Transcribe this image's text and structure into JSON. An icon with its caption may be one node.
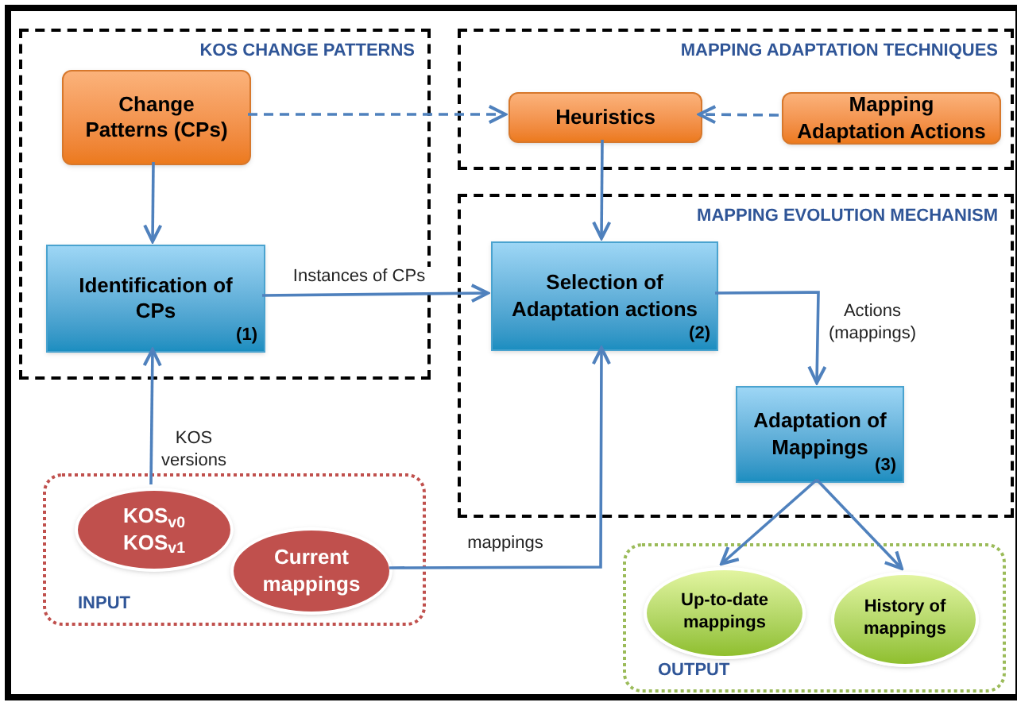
{
  "diagram": {
    "nodes": [
      {
        "text": [
          "KOS CHANGE PATTERNS"
        ]
      },
      {
        "text": [
          "Change Patterns (CPs)"
        ],
        "in": 0
      },
      {
        "text": [
          "Identification of CPs",
          "(1)"
        ],
        "in": 0
      },
      {
        "text": [
          "MAPPING ADAPTATION TECHNIQUES"
        ]
      },
      {
        "text": [
          "Heuristics"
        ],
        "in": 3
      },
      {
        "text": [
          "Mapping Adaptation Actions"
        ],
        "in": 3
      },
      {
        "text": [
          "MAPPING EVOLUTION MECHANISM"
        ]
      },
      {
        "text": [
          "Selection of Adaptation actions",
          "(2)"
        ],
        "in": 6
      },
      {
        "text": [
          "Adaptation of Mappings",
          "(3)"
        ],
        "in": 6
      },
      {
        "text": [
          "INPUT"
        ]
      },
      {
        "text": [
          "KOS$_{v0}$ KOS$_{v1}$"
        ],
        "in": 9
      },
      {
        "text": [
          "Current mappings"
        ],
        "in": 9
      },
      {
        "text": [
          "OUTPUT"
        ]
      },
      {
        "text": [
          "Up-to-date mappings"
        ],
        "in": 12
      },
      {
        "text": [
          "History of mappings"
        ],
        "in": 12
      }
    ],
    "edges": [
      {
        "from": 1,
        "to": 4,
        "arrow": "to",
        "style": "dashed"
      },
      {
        "from": 5,
        "to": 4,
        "arrow": "to",
        "style": "dashed"
      },
      {
        "from": 1,
        "to": 2,
        "arrow": "to"
      },
      {
        "from": 4,
        "to": 7,
        "arrow": "to"
      },
      {
        "from": 2,
        "to": 7,
        "arrow": "to",
        "label": "Instances of CPs"
      },
      {
        "from": 10,
        "to": 2,
        "arrow": "to",
        "label": "KOS versions"
      },
      {
        "from": 11,
        "to": 7,
        "arrow": "to",
        "label": "mappings"
      },
      {
        "from": 7,
        "to": 8,
        "arrow": "to",
        "label": "Actions (mappings)"
      },
      {
        "from": 8,
        "to": 13,
        "arrow": "to"
      },
      {
        "from": 8,
        "to": 14,
        "arrow": "to"
      }
    ]
  }
}
